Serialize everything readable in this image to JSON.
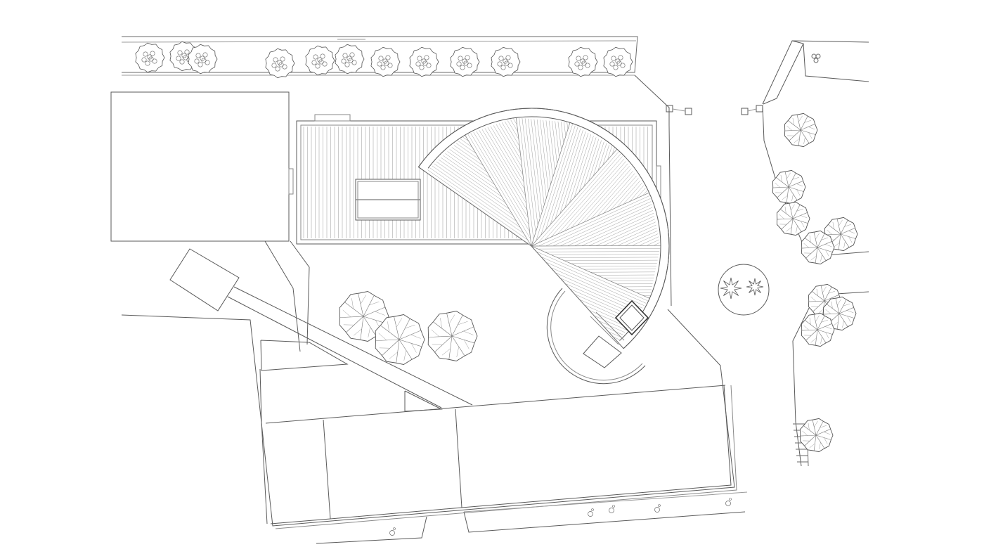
{
  "drawing": {
    "kind": "architectural site plan",
    "line_color": "#5a5a5a",
    "light_line_color": "#9a9a9a",
    "background": "#ffffff",
    "icons": {
      "tree": "tree-canopy-icon",
      "shrub": "shrub-icon",
      "fan_roof": "fan-roof-icon",
      "skylight": "skylight-icon"
    },
    "tree_count": 24,
    "shrub_count": 5
  }
}
